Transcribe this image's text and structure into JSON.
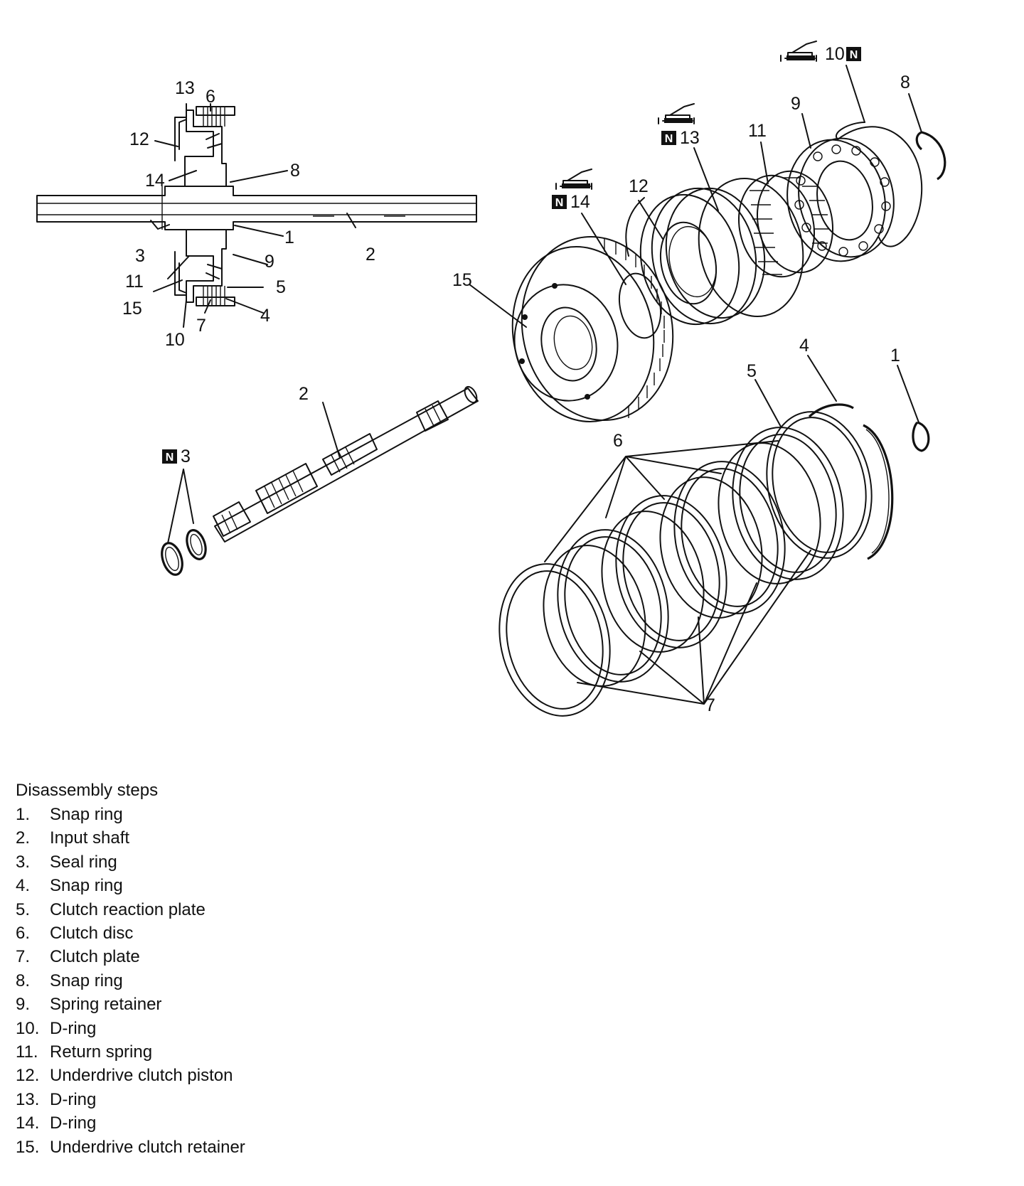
{
  "callouts": [
    "1",
    "2",
    "3",
    "4",
    "5",
    "6",
    "7",
    "8",
    "9",
    "10",
    "11",
    "12",
    "13",
    "14",
    "15"
  ],
  "badge_letter": "N",
  "legend": {
    "title": "Disassembly steps",
    "items": [
      {
        "num": "1.",
        "label": "Snap ring"
      },
      {
        "num": "2.",
        "label": "Input shaft"
      },
      {
        "num": "3.",
        "label": "Seal ring"
      },
      {
        "num": "4.",
        "label": "Snap ring"
      },
      {
        "num": "5.",
        "label": "Clutch reaction plate"
      },
      {
        "num": "6.",
        "label": "Clutch disc"
      },
      {
        "num": "7.",
        "label": "Clutch plate"
      },
      {
        "num": "8.",
        "label": "Snap ring"
      },
      {
        "num": "9.",
        "label": "Spring retainer"
      },
      {
        "num": "10.",
        "label": "D-ring"
      },
      {
        "num": "11.",
        "label": "Return spring"
      },
      {
        "num": "12.",
        "label": "Underdrive clutch piston"
      },
      {
        "num": "13.",
        "label": "D-ring"
      },
      {
        "num": "14.",
        "label": "D-ring"
      },
      {
        "num": "15.",
        "label": "Underdrive clutch retainer"
      }
    ]
  }
}
